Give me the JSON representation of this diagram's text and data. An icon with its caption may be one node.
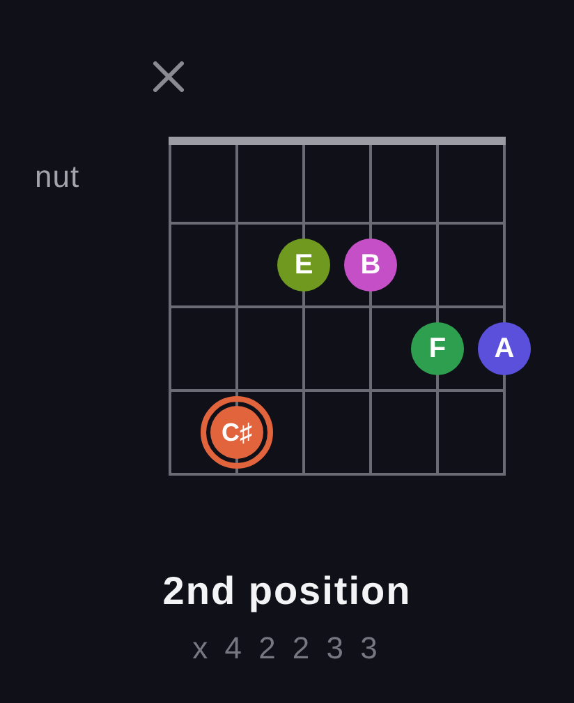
{
  "diagram": {
    "title": "2nd position",
    "nodes": [
      {
        "text": [
          "E"
        ]
      },
      {
        "text": [
          "B"
        ]
      },
      {
        "text": [
          "F"
        ]
      },
      {
        "text": [
          "A"
        ]
      },
      {
        "text": [
          "C♯"
        ]
      }
    ],
    "labels": [
      "nut",
      "x 4 2 2 3 3"
    ]
  }
}
